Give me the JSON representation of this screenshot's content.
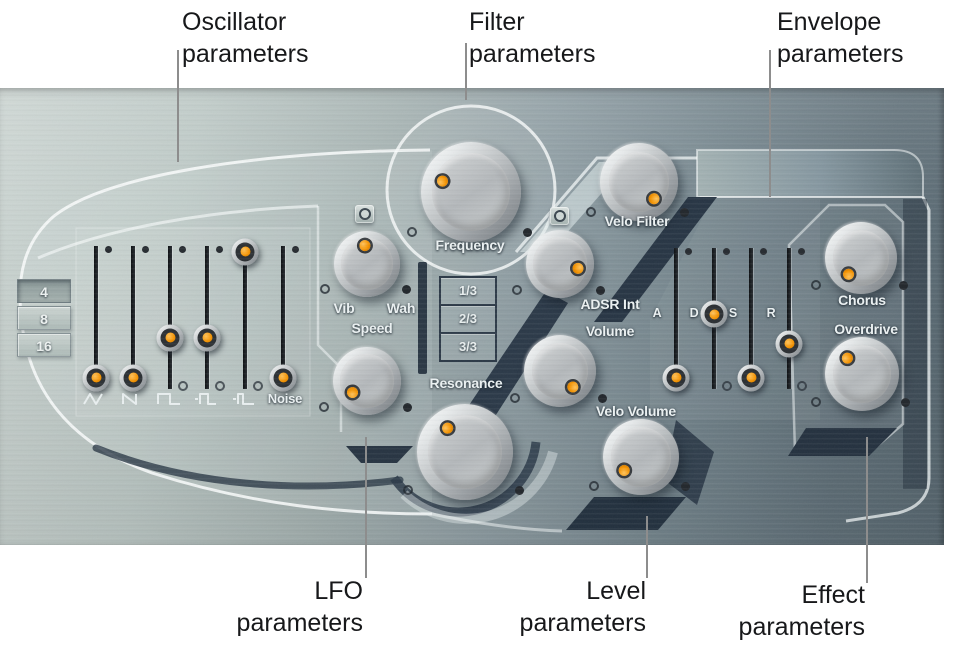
{
  "callouts": {
    "oscillator": "Oscillator\nparameters",
    "filter": "Filter\nparameters",
    "envelope": "Envelope\nparameters",
    "lfo": "LFO\nparameters",
    "level": "Level\nparameters",
    "effect": "Effect\nparameters"
  },
  "octave": {
    "buttons": [
      {
        "label": "4",
        "selected": true
      },
      {
        "label": "8",
        "selected": false
      },
      {
        "label": "16",
        "selected": false
      }
    ]
  },
  "oscillator": {
    "noise_label": "Noise",
    "wave_icons": [
      "triangle-wave",
      "sawtooth-wave",
      "square-wave",
      "pulse-wave",
      "narrow-pulse-wave"
    ]
  },
  "lfo": {
    "vib": "Vib",
    "wah": "Wah",
    "speed": "Speed"
  },
  "filter": {
    "frequency": "Frequency",
    "resonance": "Resonance",
    "velo_filter": "Velo Filter",
    "adsr_int": "ADSR Int",
    "slope_buttons": [
      "1/3",
      "2/3",
      "3/3"
    ]
  },
  "level": {
    "volume": "Volume",
    "velo_volume": "Velo Volume"
  },
  "envelope": {
    "attack": "A",
    "decay": "D",
    "sustain": "S",
    "release": "R"
  },
  "effects": {
    "chorus": "Chorus",
    "overdrive": "Overdrive"
  },
  "colors": {
    "indicator_orange": "#f59300",
    "panel_dark_navy": "#273544",
    "callout_line_gray": "#8d8d8d"
  },
  "controls": {
    "knobs": [
      {
        "name": "lfo-vib-wah-knob",
        "angle": 352
      },
      {
        "name": "lfo-speed-knob",
        "angle": 230
      },
      {
        "name": "filter-frequency-knob",
        "angle": 290
      },
      {
        "name": "filter-resonance-knob",
        "angle": 323
      },
      {
        "name": "velo-filter-knob",
        "angle": 137
      },
      {
        "name": "adsr-int-knob",
        "angle": 102
      },
      {
        "name": "volume-knob",
        "angle": 140
      },
      {
        "name": "velo-volume-knob",
        "angle": 230
      },
      {
        "name": "chorus-knob",
        "angle": 216
      },
      {
        "name": "overdrive-knob",
        "angle": 316
      }
    ],
    "sliders": [
      {
        "name": "osc-slider-triangle",
        "percent": 92
      },
      {
        "name": "osc-slider-sawtooth",
        "percent": 92
      },
      {
        "name": "osc-slider-square",
        "percent": 64
      },
      {
        "name": "osc-slider-pulse",
        "percent": 64
      },
      {
        "name": "osc-slider-narrow-pulse",
        "percent": 4
      },
      {
        "name": "osc-slider-noise",
        "percent": 92
      },
      {
        "name": "env-slider-attack",
        "percent": 92
      },
      {
        "name": "env-slider-decay",
        "percent": 47
      },
      {
        "name": "env-slider-sustain",
        "percent": 92
      },
      {
        "name": "env-slider-release",
        "percent": 68
      }
    ]
  }
}
